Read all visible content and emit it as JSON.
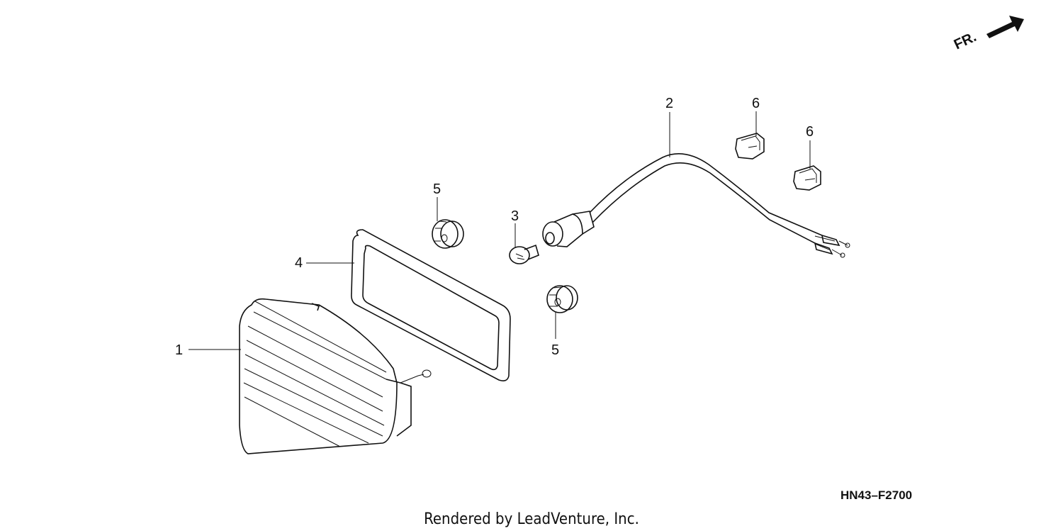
{
  "front_marker": {
    "text": "FR."
  },
  "callouts": {
    "c1": "1",
    "c2": "2",
    "c3": "3",
    "c4": "4",
    "c5a": "5",
    "c5b": "5",
    "c6a": "6",
    "c6b": "6"
  },
  "diagram_code": "HN43–F2700",
  "credit": "Rendered by LeadVenture, Inc."
}
